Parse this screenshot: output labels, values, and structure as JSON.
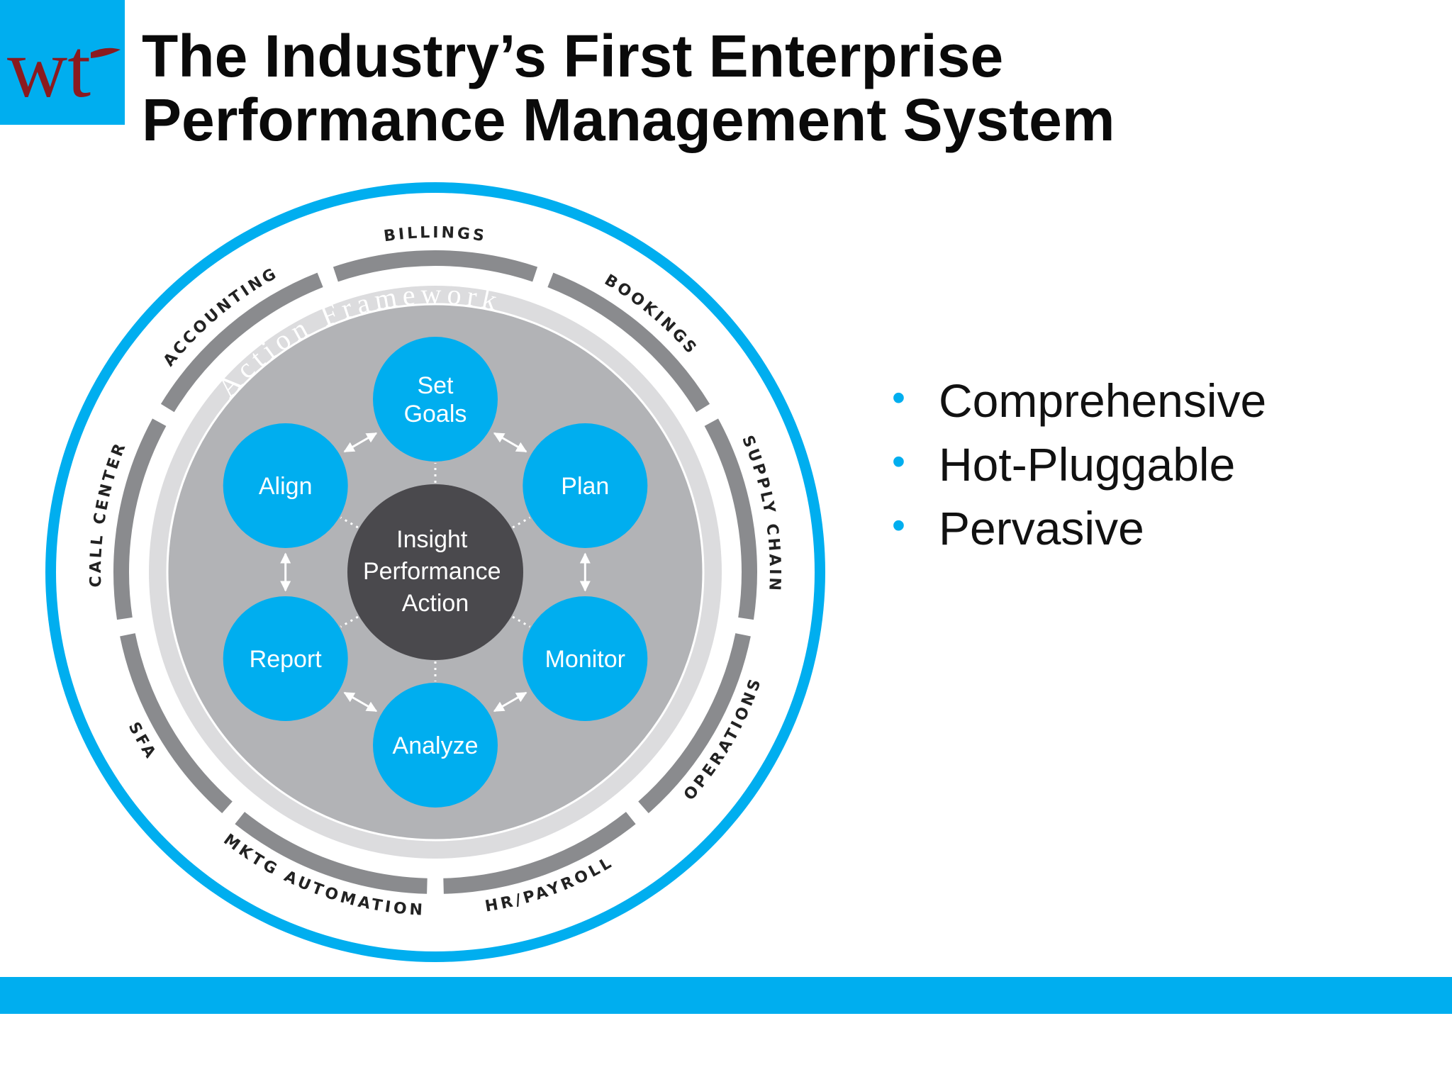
{
  "header": {
    "logo_text": "wt",
    "title_line1": "The Industry’s First Enterprise",
    "title_line2": "Performance Management System"
  },
  "diagram": {
    "outer_segments": [
      "BILLINGS",
      "BOOKINGS",
      "SUPPLY CHAIN",
      "OPERATIONS",
      "HR/PAYROLL",
      "MKTG AUTOMATION",
      "SFA",
      "CALL CENTER",
      "ACCOUNTING"
    ],
    "framework_label": "Action Framework",
    "center_lines": [
      "Insight",
      "Performance",
      "Action"
    ],
    "cycle_nodes": [
      {
        "lines": [
          "Set",
          "Goals"
        ]
      },
      {
        "lines": [
          "Plan"
        ]
      },
      {
        "lines": [
          "Monitor"
        ]
      },
      {
        "lines": [
          "Analyze"
        ]
      },
      {
        "lines": [
          "Report"
        ]
      },
      {
        "lines": [
          "Align"
        ]
      }
    ],
    "colors": {
      "accent": "#00aeef",
      "center_node": "#4a494d",
      "inner_fill": "#b2b3b6",
      "segment": "#8a8b8e",
      "ring": "#d9dadc"
    }
  },
  "bullets": [
    "Comprehensive",
    "Hot-Pluggable",
    "Pervasive"
  ],
  "bullet_symbol": "•"
}
